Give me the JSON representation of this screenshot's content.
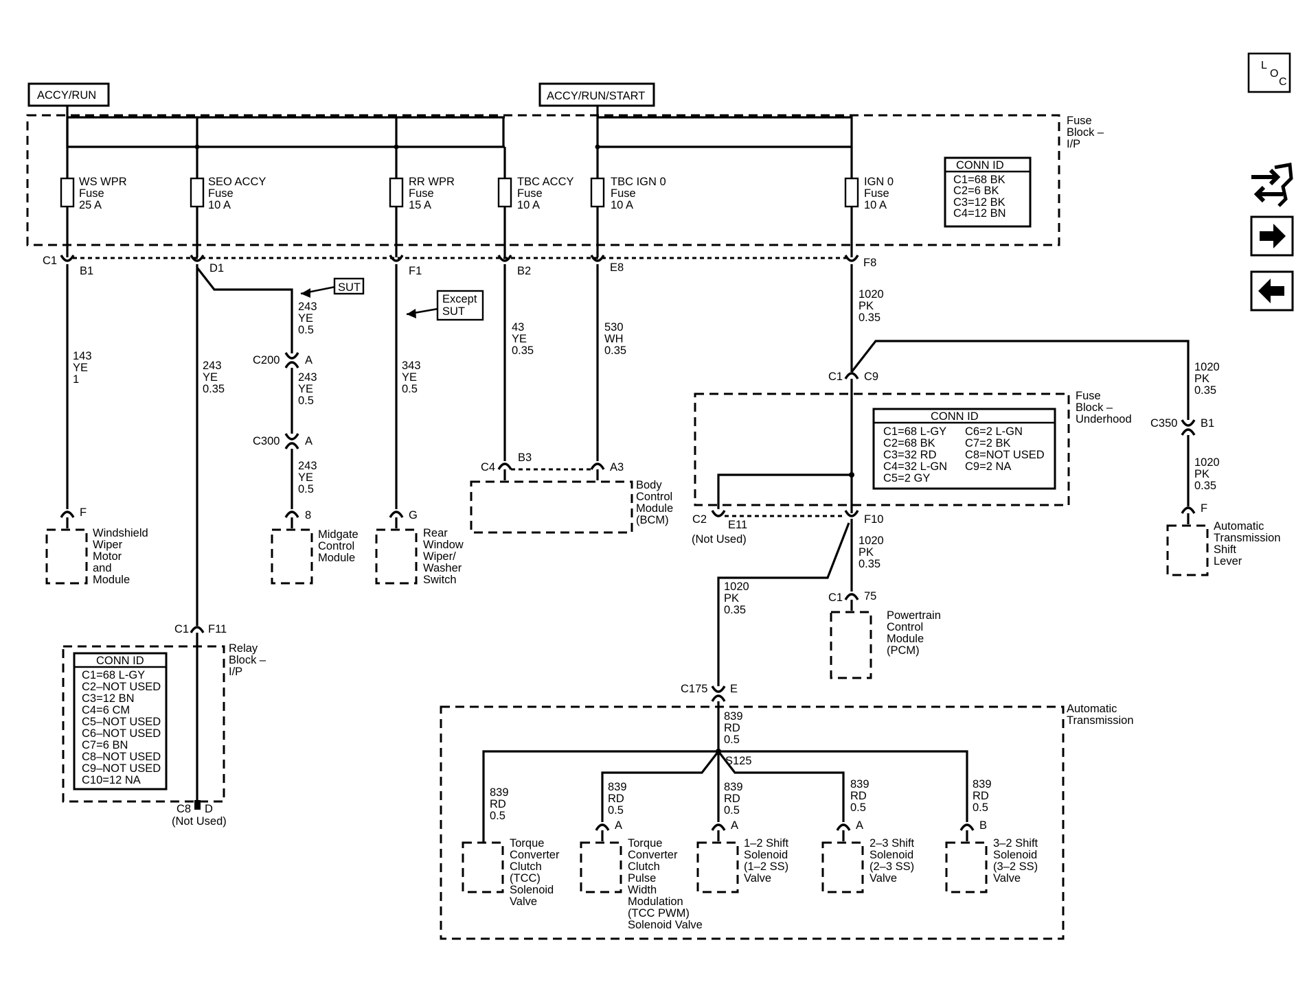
{
  "power": {
    "accy_run": "ACCY/RUN",
    "accy_run_start": "ACCY/RUN/START"
  },
  "fuse_block_ip": {
    "l1": "Fuse",
    "l2": "Block –",
    "l3": "I/P"
  },
  "fuses": [
    {
      "name": "WS WPR",
      "type": "Fuse",
      "rating": "25 A",
      "connector": "C1",
      "pin": "B1"
    },
    {
      "name": "SEO ACCY",
      "type": "Fuse",
      "rating": "10 A",
      "pin": "D1"
    },
    {
      "name": "RR WPR",
      "type": "Fuse",
      "rating": "15 A",
      "pin": "F1"
    },
    {
      "name": "TBC ACCY",
      "type": "Fuse",
      "rating": "10 A",
      "pin": "B2"
    },
    {
      "name": "TBC IGN 0",
      "type": "Fuse",
      "rating": "10 A",
      "pin": "E8"
    },
    {
      "name": "IGN 0",
      "type": "Fuse",
      "rating": "10 A",
      "pin": "F8"
    }
  ],
  "conn_id_ip": {
    "title": "CONN ID",
    "rows": [
      "C1=68 BK",
      "C2=6 BK",
      "C3=12 BK",
      "C4=12 BN"
    ]
  },
  "wires": {
    "w143": [
      "143",
      "YE",
      "1"
    ],
    "w243a": [
      "243",
      "YE",
      "0.35"
    ],
    "w243b": [
      "243",
      "YE",
      "0.5"
    ],
    "w243c": [
      "243",
      "YE",
      "0.5"
    ],
    "w243d": [
      "243",
      "YE",
      "0.5"
    ],
    "w343": [
      "343",
      "YE",
      "0.5"
    ],
    "w43": [
      "43",
      "YE",
      "0.35"
    ],
    "w530": [
      "530",
      "WH",
      "0.35"
    ],
    "w1020a": [
      "1020",
      "PK",
      "0.35"
    ],
    "w1020b": [
      "1020",
      "PK",
      "0.35"
    ],
    "w1020c": [
      "1020",
      "PK",
      "0.35"
    ],
    "w1020d": [
      "1020",
      "PK",
      "0.35"
    ],
    "w1020e": [
      "1020",
      "PK",
      "0.35"
    ],
    "w839a": [
      "839",
      "RD",
      "0.5"
    ],
    "w839b": [
      "839",
      "RD",
      "0.5"
    ],
    "w839c": [
      "839",
      "RD",
      "0.5"
    ],
    "w839d": [
      "839",
      "RD",
      "0.5"
    ],
    "w839e": [
      "839",
      "RD",
      "0.5"
    ],
    "w839f": [
      "839",
      "RD",
      "0.5"
    ]
  },
  "flags": {
    "sut": "SUT",
    "except1": "Except",
    "except2": "SUT"
  },
  "connectors": {
    "c200": "C200",
    "c200pin": "A",
    "c300": "C300",
    "c300pin": "A",
    "c4": "C4",
    "b3": "B3",
    "a3": "A3",
    "c1a": "C1",
    "c9": "C9",
    "c350": "C350",
    "b1b": "B1",
    "c2": "C2",
    "e11": "E11",
    "not_used1": "(Not Used)",
    "f10": "F10",
    "c1b": "C1",
    "pin75": "75",
    "c1c": "C1",
    "f11": "F11",
    "c8": "C8",
    "pin_d": "D",
    "not_used2": "(Not Used)",
    "c175": "C175",
    "pin_e": "E",
    "s125": "S125",
    "pin_f1": "F",
    "pin_8": "8",
    "pin_g": "G",
    "pin_f2": "F",
    "pin_a1": "A",
    "pin_a2": "A",
    "pin_a3": "A",
    "pin_b": "B"
  },
  "components": {
    "wiper": [
      "Windshield",
      "Wiper",
      "Motor",
      "and",
      "Module"
    ],
    "midgate": [
      "Midgate",
      "Control",
      "Module"
    ],
    "rear": [
      "Rear",
      "Window",
      "Wiper/",
      "Washer",
      "Switch"
    ],
    "bcm": [
      "Body",
      "Control",
      "Module",
      "(BCM)"
    ],
    "pcm": [
      "Powertrain",
      "Control",
      "Module",
      "(PCM)"
    ],
    "shift_lever": [
      "Automatic",
      "Transmission",
      "Shift",
      "Lever"
    ],
    "tcc": [
      "Torque",
      "Converter",
      "Clutch",
      "(TCC)",
      "Solenoid",
      "Valve"
    ],
    "tcc_pwm": [
      "Torque",
      "Converter",
      "Clutch",
      "Pulse",
      "Width",
      "Modulation",
      "(TCC PWM)",
      "Solenoid Valve"
    ],
    "ss12": [
      "1–2 Shift",
      "Solenoid",
      "(1–2 SS)",
      "Valve"
    ],
    "ss23": [
      "2–3 Shift",
      "Solenoid",
      "(2–3 SS)",
      "Valve"
    ],
    "ss32": [
      "3–2 Shift",
      "Solenoid",
      "(3–2 SS)",
      "Valve"
    ]
  },
  "fuse_block_uh": {
    "l1": "Fuse",
    "l2": "Block –",
    "l3": "Underhood"
  },
  "conn_id_uh": {
    "title": "CONN ID",
    "left": [
      "C1=68 L-GY",
      "C2=68 BK",
      "C3=32 RD",
      "C4=32 L-GN",
      "C5=2 GY"
    ],
    "right": [
      "C6=2 L-GN",
      "C7=2 BK",
      "C8=NOT USED",
      "C9=2 NA"
    ]
  },
  "relay_block": {
    "l1": "Relay",
    "l2": "Block –",
    "l3": "I/P"
  },
  "conn_id_relay": {
    "title": "CONN ID",
    "rows": [
      "C1=68 L-GY",
      "C2–NOT USED",
      "C3=12 BN",
      "C4=6 CM",
      "C5–NOT USED",
      "C6–NOT USED",
      "C7=6 BN",
      "C8–NOT USED",
      "C9–NOT USED",
      "C10=12 NA"
    ]
  },
  "auto_trans": {
    "l1": "Automatic",
    "l2": "Transmission"
  },
  "nav": {
    "loc_l": "L",
    "loc_o": "O",
    "loc_c": "C"
  }
}
